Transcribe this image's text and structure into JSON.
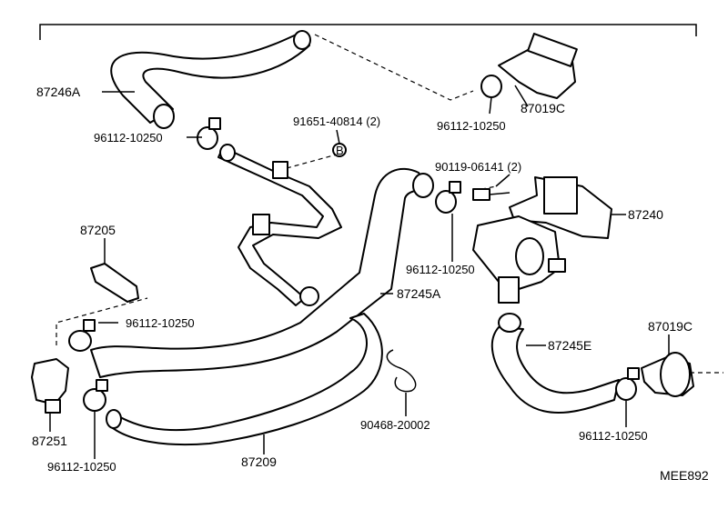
{
  "labels": {
    "l87246A": "87246A",
    "l96112_a": "96112-10250",
    "l91651": "91651-40814 (2)",
    "lB": "B",
    "l87019C_top": "87019C",
    "l96112_b": "96112-10250",
    "l90119": "90119-06141 (2)",
    "l87240": "87240",
    "l87205": "87205",
    "l96112_c": "96112-10250",
    "l87245A": "87245A",
    "l96112_d": "96112-10250",
    "l87019C_right": "87019C",
    "l87245E": "87245E",
    "l87251": "87251",
    "l90468": "90468-20002",
    "l87209": "87209",
    "l96112_e": "96112-10250",
    "l96112_f": "96112-10250",
    "code": "MEE892"
  }
}
